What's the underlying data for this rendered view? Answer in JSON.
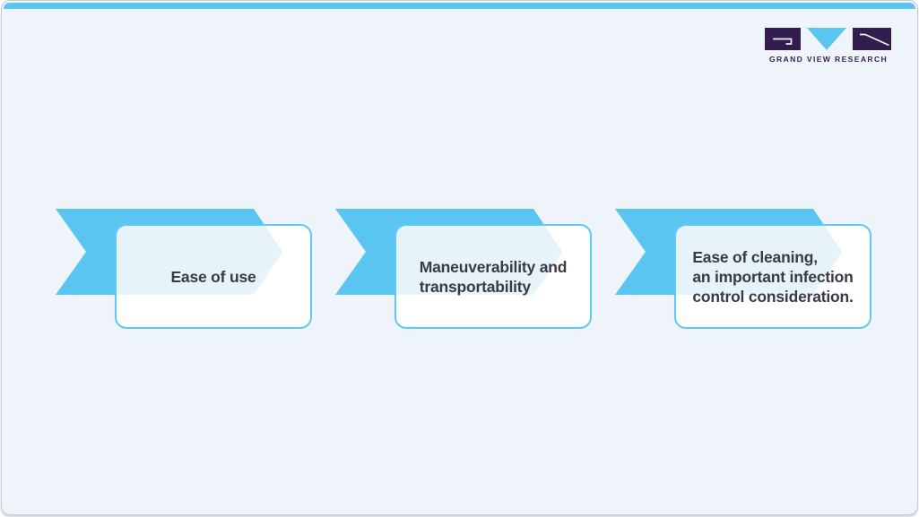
{
  "brand": {
    "wordmark": "GRAND VIEW RESEARCH"
  },
  "colors": {
    "accent_cyan": "#5bc5f2",
    "light_arrow": "#e7f3fb",
    "card_border": "#5ec9f4",
    "card_fill": "#ffffff",
    "text_dark": "#393a46",
    "logo_purple": "#331c4e",
    "logo_text": "#3b2158",
    "page_bg": "#eef4f9"
  },
  "steps": [
    {
      "label": "Ease of use"
    },
    {
      "label": "Maneuverability and\ntransportability"
    },
    {
      "label": "Ease of cleaning,\nan important infection\ncontrol consideration."
    }
  ]
}
